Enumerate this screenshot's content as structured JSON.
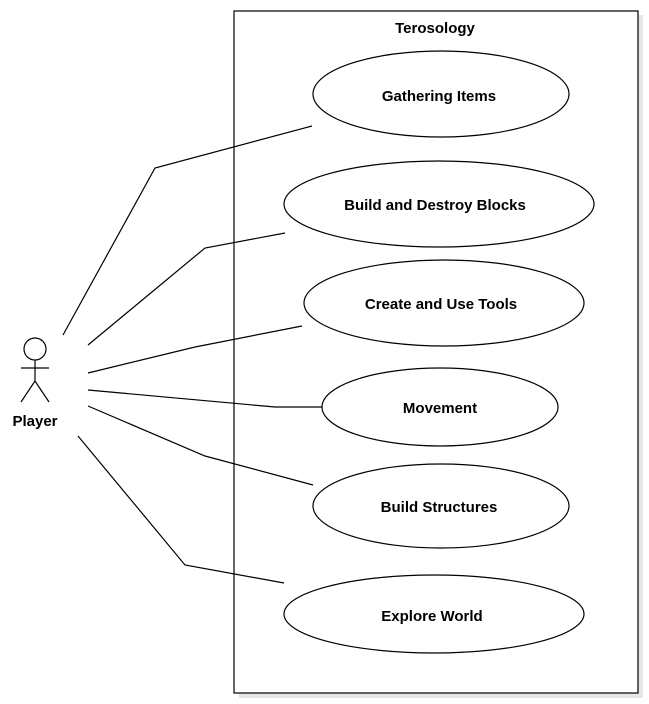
{
  "system": {
    "title": "Terosology"
  },
  "actor": {
    "name": "Player"
  },
  "use_cases": [
    {
      "label": "Gathering Items"
    },
    {
      "label": "Build and Destroy Blocks"
    },
    {
      "label": "Create and Use Tools"
    },
    {
      "label": "Movement"
    },
    {
      "label": "Build Structures"
    },
    {
      "label": "Explore World"
    }
  ]
}
